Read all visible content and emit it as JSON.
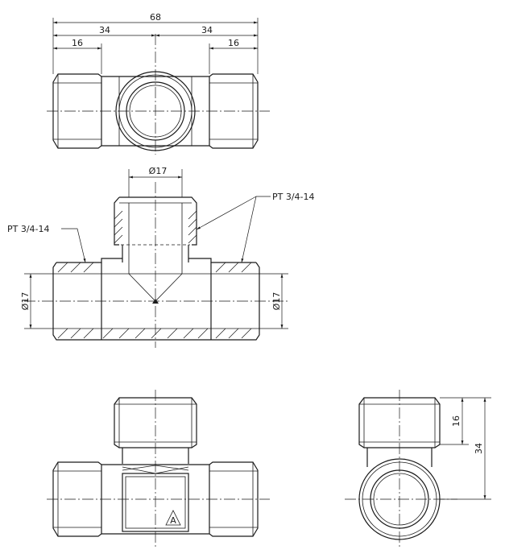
{
  "top_view": {
    "dim_overall": "68",
    "dim_left_half": "34",
    "dim_right_half": "34",
    "dim_left_end": "16",
    "dim_right_end": "16"
  },
  "section_view": {
    "dim_branch_dia": "Ø17",
    "dim_left_dia": "Ø17",
    "dim_right_dia": "Ø17",
    "thread_left": "PT 3/4-14",
    "thread_right": "PT 3/4-14"
  },
  "front_view": {
    "mark_letter": "A"
  },
  "side_view": {
    "dim_height_top": "16",
    "dim_height_total": "34"
  },
  "colors": {
    "line": "#1a1a1a",
    "background": "#ffffff"
  }
}
